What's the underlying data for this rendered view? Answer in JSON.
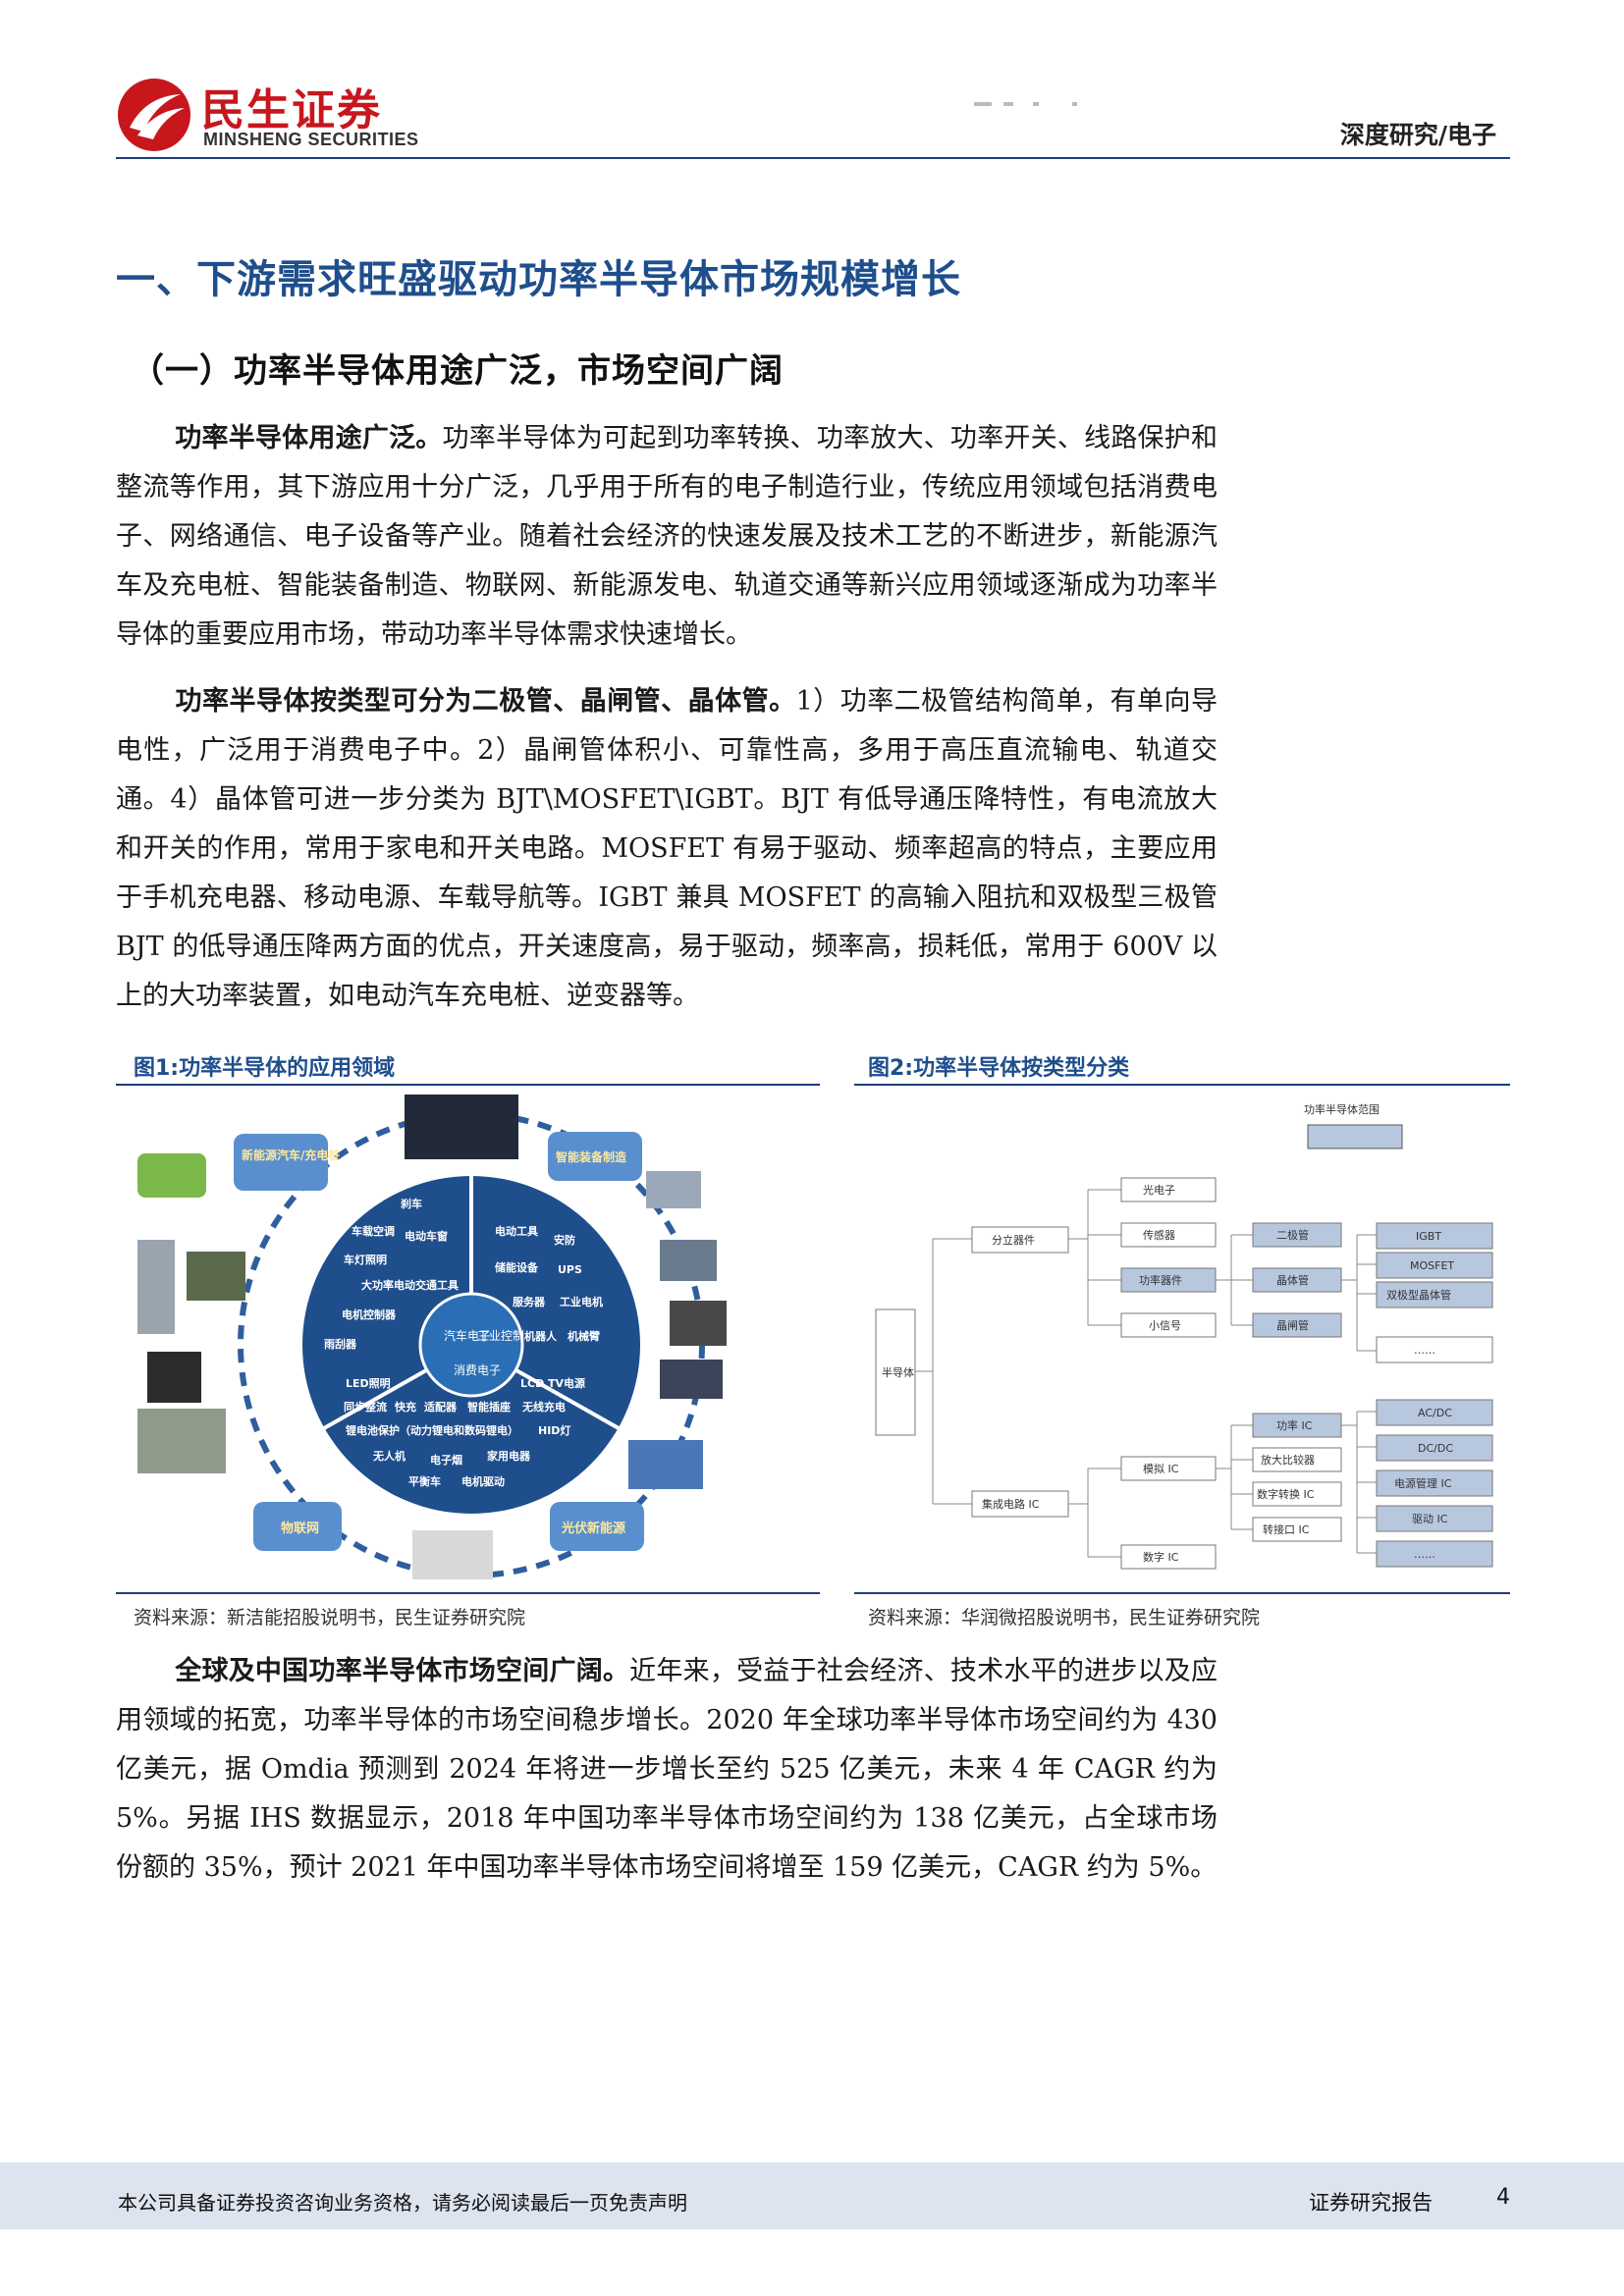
{
  "header": {
    "logo_cn": "民生证券",
    "logo_en": "MINSHENG SECURITIES",
    "category": "深度研究/电子",
    "brand_color": "#c8161d",
    "rule_color": "#1d3f7a"
  },
  "section_title": "一、下游需求旺盛驱动功率半导体市场规模增长",
  "subsection_title": "（一）功率半导体用途广泛，市场空间广阔",
  "paragraphs": {
    "p1": {
      "lead": "功率半导体用途广泛。",
      "body": "功率半导体为可起到功率转换、功率放大、功率开关、线路保护和整流等作用，其下游应用十分广泛，几乎用于所有的电子制造行业，传统应用领域包括消费电子、网络通信、电子设备等产业。随着社会经济的快速发展及技术工艺的不断进步，新能源汽车及充电桩、智能装备制造、物联网、新能源发电、轨道交通等新兴应用领域逐渐成为功率半导体的重要应用市场，带动功率半导体需求快速增长。"
    },
    "p2": {
      "lead": "功率半导体按类型可分为二极管、晶闸管、晶体管。",
      "body": "1）功率二极管结构简单，有单向导电性，广泛用于消费电子中。2）晶闸管体积小、可靠性高，多用于高压直流输电、轨道交通。4）晶体管可进一步分类为 BJT\\MOSFET\\IGBT。BJT 有低导通压降特性，有电流放大和开关的作用，常用于家电和开关电路。MOSFET 有易于驱动、频率超高的特点，主要应用于手机充电器、移动电源、车载导航等。IGBT 兼具 MOSFET 的高输入阻抗和双极型三极管 BJT 的低导通压降两方面的优点，开关速度高，易于驱动，频率高，损耗低，常用于 600V 以上的大功率装置，如电动汽车充电桩、逆变器等。"
    },
    "p3": {
      "lead": "全球及中国功率半导体市场空间广阔。",
      "body": "近年来，受益于社会经济、技术水平的进步以及应用领域的拓宽，功率半导体的市场空间稳步增长。2020 年全球功率半导体市场空间约为 430 亿美元，据 Omdia 预测到 2024 年将进一步增长至约 525 亿美元，未来 4 年 CAGR 约为 5%。另据 IHS 数据显示，2018 年中国功率半导体市场空间约为 138 亿美元，占全球市场份额的 35%，预计 2021 年中国功率半导体市场空间将增至 159 亿美元，CAGR 约为 5%。"
    }
  },
  "figure1": {
    "title": "图1:功率半导体的应用领域",
    "source": "资料来源：新洁能招股说明书，民生证券研究院",
    "corner_labels": [
      "新能源汽车/充电桩",
      "智能装备制造",
      "物联网",
      "光伏新能源"
    ],
    "center_labels": [
      "汽车电子",
      "工业控制",
      "消费电子"
    ],
    "quadrant_ul": [
      "刹车",
      "车载空调",
      "电动车窗",
      "车灯照明",
      "大功率电动交通工具",
      "电机控制器",
      "雨刮器"
    ],
    "quadrant_ur": [
      "电动工具",
      "安防",
      "储能设备",
      "UPS",
      "服务器",
      "工业电机",
      "机器人",
      "机械臂"
    ],
    "quadrant_bottom": [
      "LED照明",
      "LCD TV电源",
      "同步整流",
      "快充",
      "适配器",
      "智能插座",
      "无线充电",
      "锂电池保护（动力锂电和数码锂电）",
      "HID灯",
      "无人机",
      "电子烟",
      "家用电器",
      "平衡车",
      "电机驱动"
    ]
  },
  "figure2": {
    "title": "图2:功率半导体按类型分类",
    "source": "资料来源：华润微招股说明书，民生证券研究院",
    "legend": "功率半导体范围",
    "root": "半导体",
    "level1": [
      "分立器件",
      "集成电路 IC"
    ],
    "discrete": [
      "光电子",
      "传感器",
      "功率器件",
      "小信号"
    ],
    "power_devices": [
      "二极管",
      "晶体管",
      "晶闸管"
    ],
    "transistors": [
      "IGBT",
      "MOSFET",
      "双极型晶体管",
      "……"
    ],
    "ic": [
      "模拟 IC",
      "数字 IC"
    ],
    "analog_ic": [
      "功率 IC",
      "放大比较器",
      "数字转换 IC",
      "转接口 IC"
    ],
    "power_ic": [
      "AC/DC",
      "DC/DC",
      "电源管理 IC",
      "驱动 IC",
      "……"
    ],
    "highlight_color": "#b7c7de"
  },
  "footer": {
    "disclaimer": "本公司具备证券投资咨询业务资格，请务必阅读最后一页免责声明",
    "report_type": "证券研究报告",
    "page": "4"
  }
}
